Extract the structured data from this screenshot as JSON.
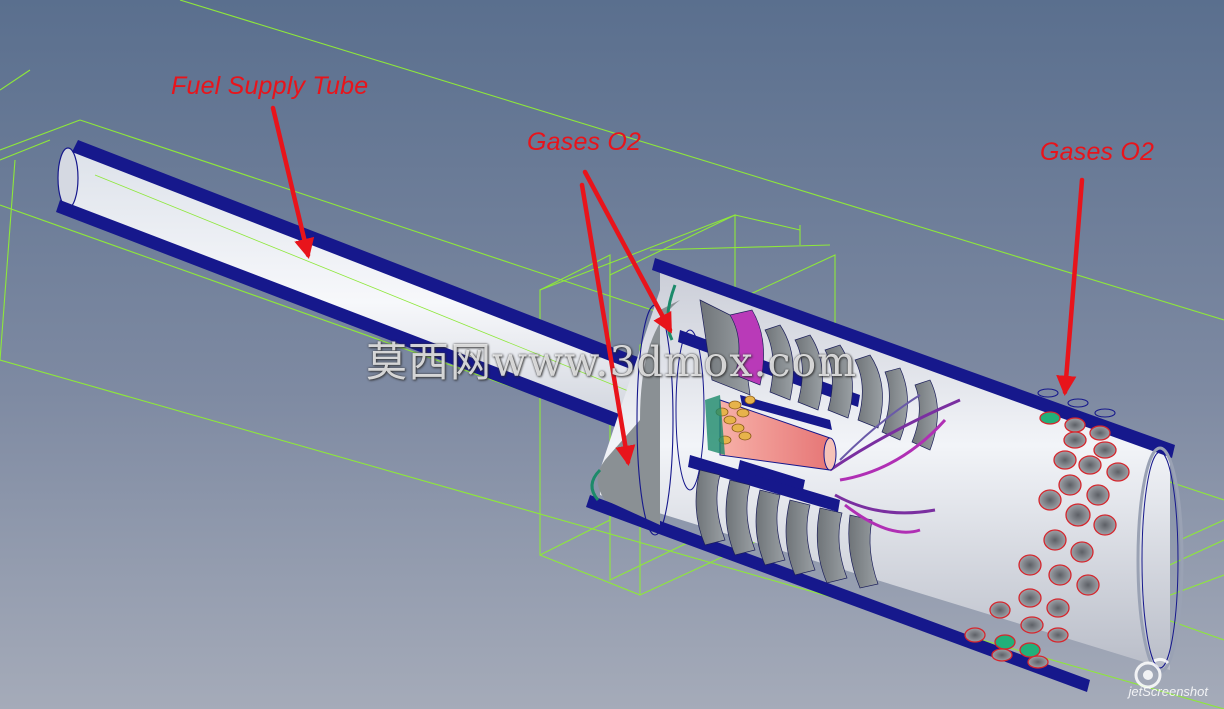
{
  "labels": {
    "fuel_supply_tube": "Fuel Supply Tube",
    "gases_o2_left": "Gases O2",
    "gases_o2_right": "Gases O2"
  },
  "watermark": "莫西网www.3dmox.com",
  "badge": {
    "text": "jetScreenshot"
  },
  "colors": {
    "label_text": "#e8141b",
    "arrow": "#e8141b",
    "background_top": "#5a6f8e",
    "background_bottom": "#a4aab8",
    "wireframe": "#8ee83a",
    "shell_edge": "#16188c",
    "shell_surface": "#e4e7ef",
    "vane": "#7e8488",
    "hole_rim": "#d6262d",
    "hole_green": "#22b07a",
    "nozzle_cone": "#f28d8a",
    "swirler_magenta": "#b02fb4"
  },
  "icons": {
    "badge_icon": "camera-eye-icon"
  }
}
